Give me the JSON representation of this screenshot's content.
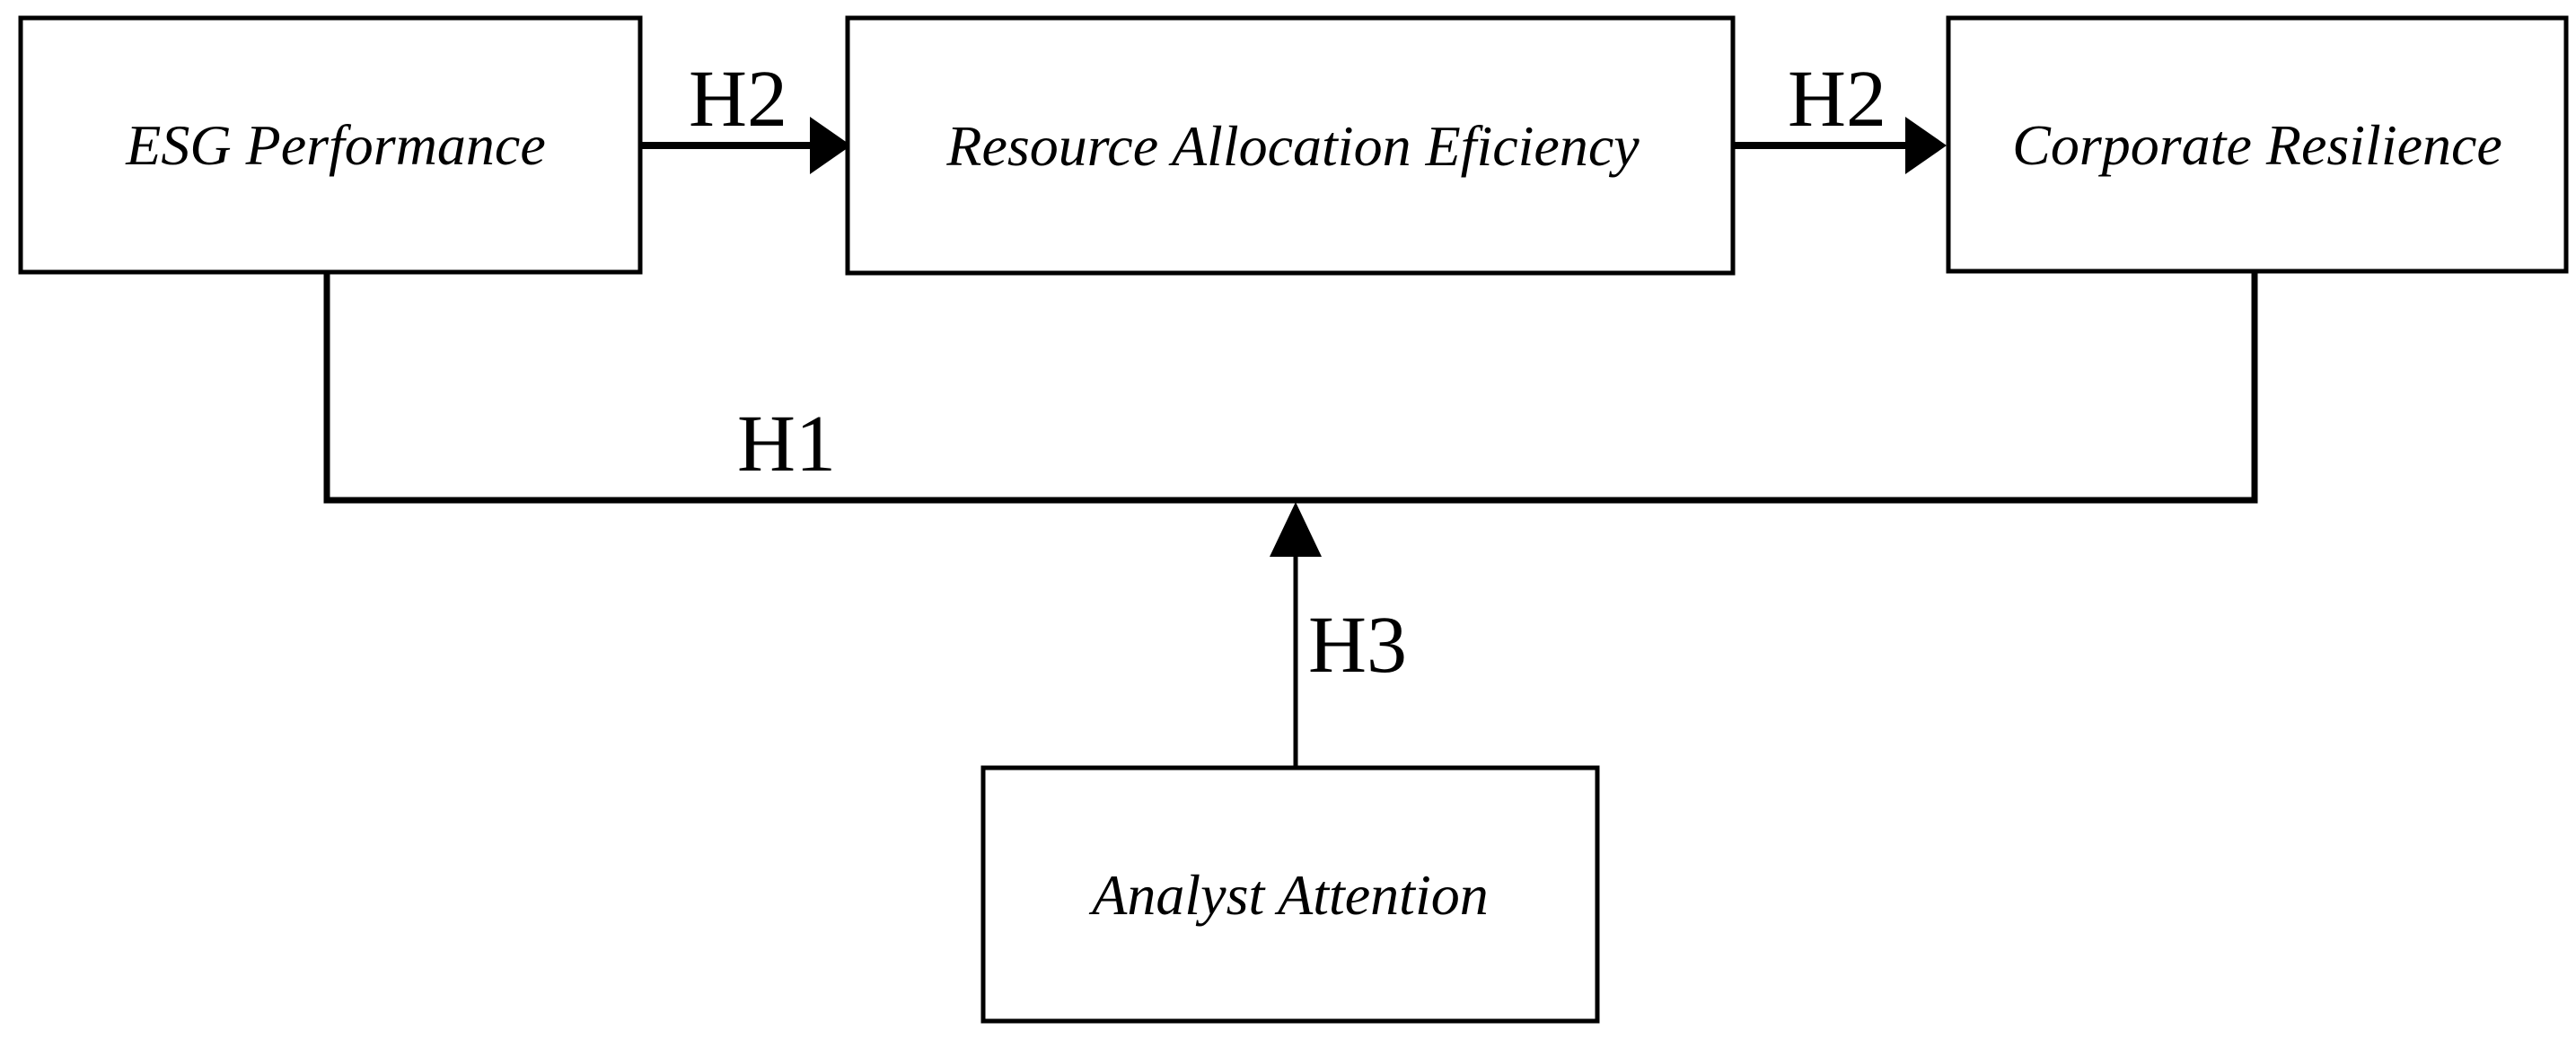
{
  "diagram": {
    "type": "hypothesis-framework",
    "background_color": "#ffffff",
    "line_color": "#000000",
    "box_fill_color": "#ffffff",
    "nodes": [
      {
        "id": "esg",
        "label": "ESG Performance"
      },
      {
        "id": "rae",
        "label": "Resource Allocation Eficiency"
      },
      {
        "id": "cr",
        "label": "Corporate Resilience"
      },
      {
        "id": "aa",
        "label": "Analyst Attention"
      }
    ],
    "edges": [
      {
        "id": "h2a",
        "label": "H2",
        "from": "ESG Performance",
        "to": "Resource Allocation Eficiency",
        "style": "arrow"
      },
      {
        "id": "h2b",
        "label": "H2",
        "from": "Resource Allocation Eficiency",
        "to": "Corporate Resilience",
        "style": "arrow"
      },
      {
        "id": "h1",
        "label": "H1",
        "from": "ESG Performance",
        "to": "Corporate Resilience",
        "style": "elbow-line"
      },
      {
        "id": "h3",
        "label": "H3",
        "from": "Analyst Attention",
        "to": "H1 path",
        "style": "arrow-up"
      }
    ]
  }
}
